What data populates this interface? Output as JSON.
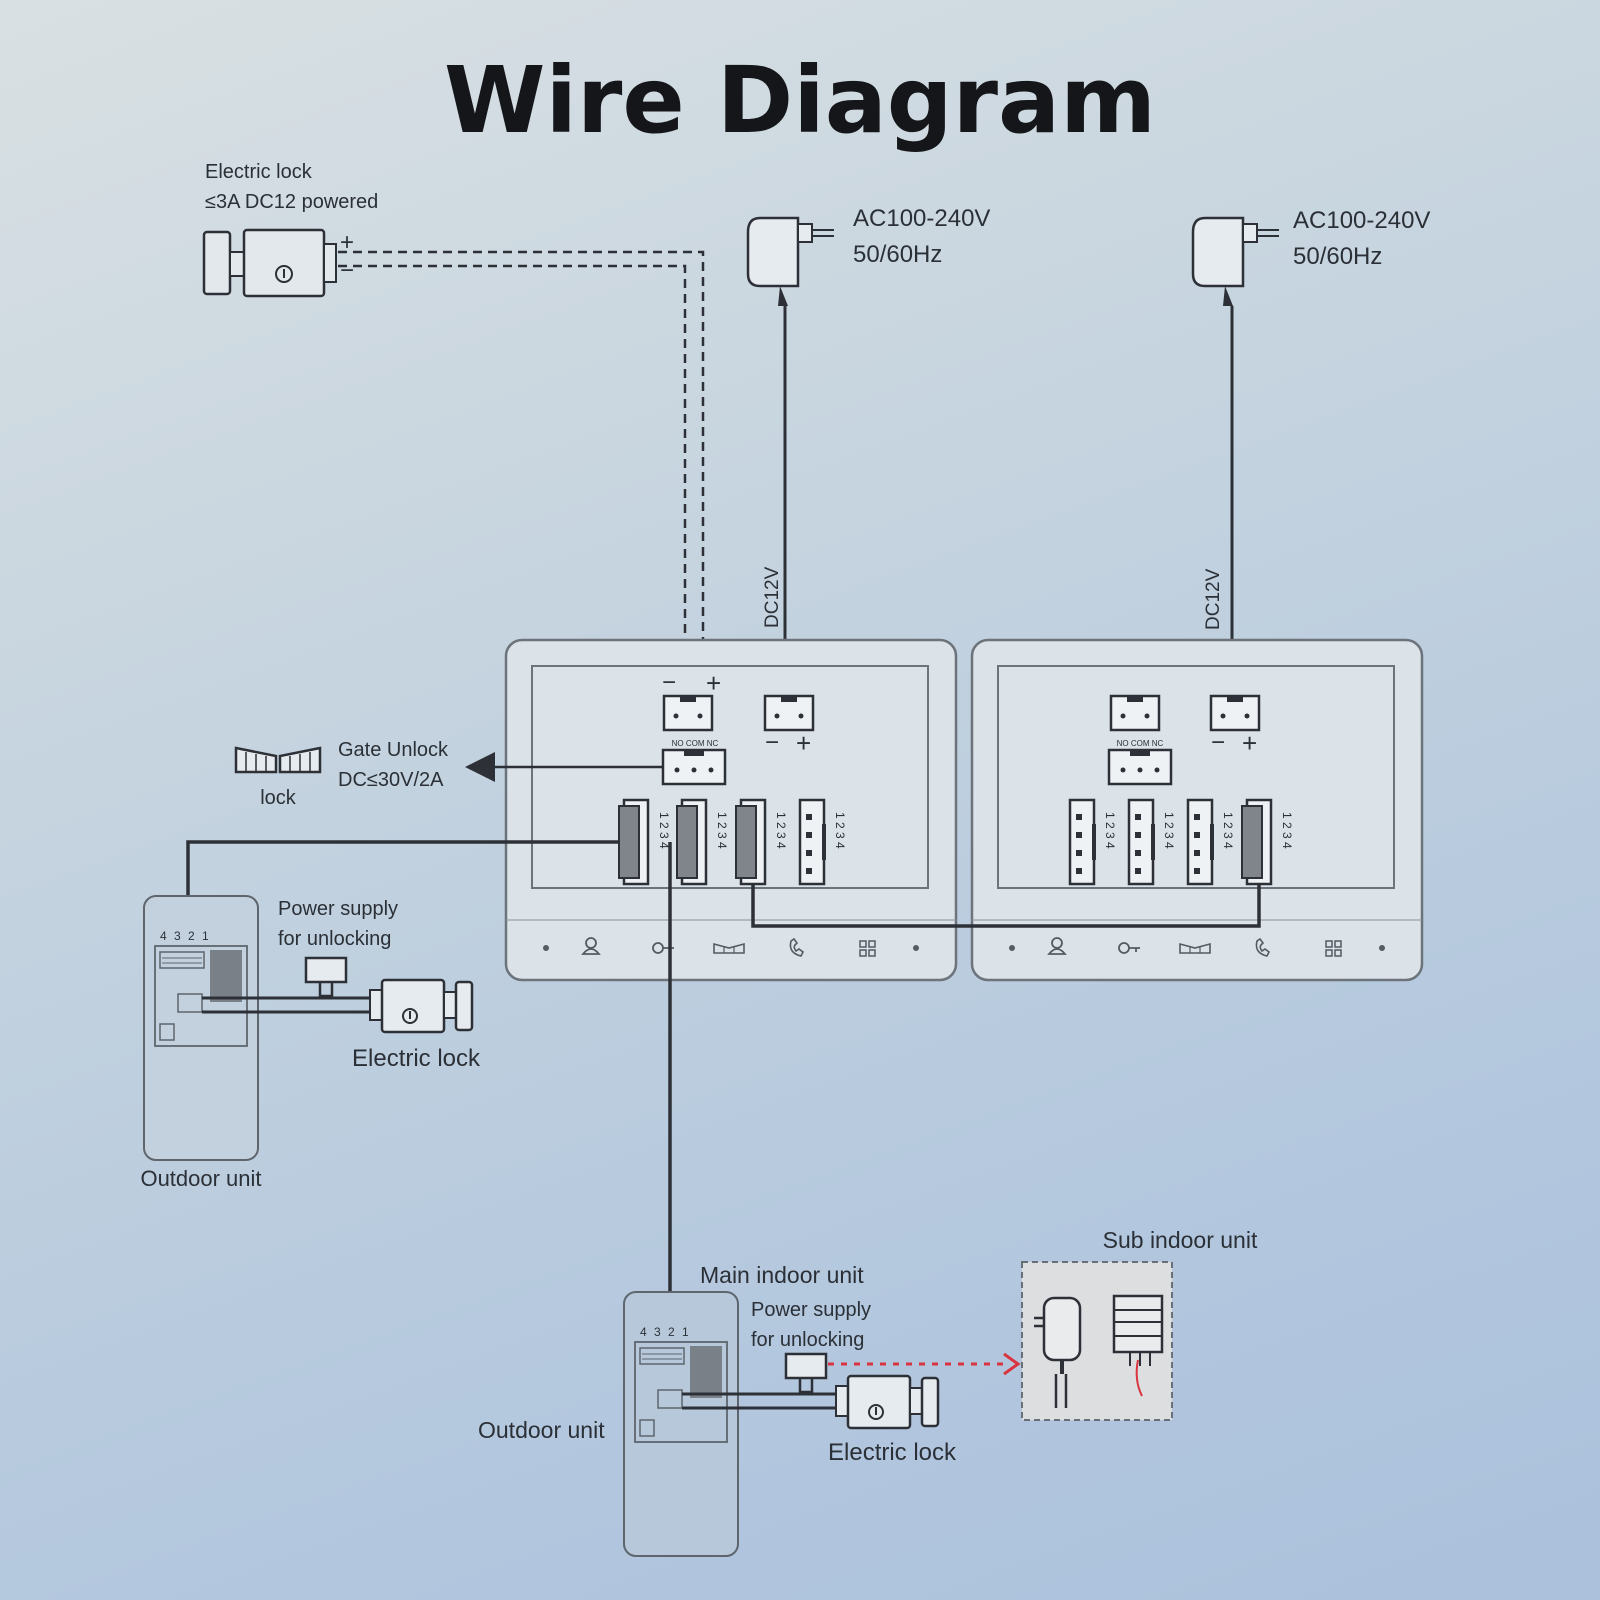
{
  "title": "Wire Diagram",
  "electric_lock_top": {
    "line1": "Electric lock",
    "line2": "≤3A DC12 powered",
    "plus": "+",
    "minus": "−"
  },
  "adapter_1": {
    "line1": "AC100-240V",
    "line2": "50/60Hz",
    "dc": "DC12V"
  },
  "adapter_2": {
    "line1": "AC100-240V",
    "line2": "50/60Hz",
    "dc": "DC12V"
  },
  "gate": {
    "line1": "Gate Unlock",
    "line2": "DC≤30V/2A",
    "lock": "lock"
  },
  "monitor_1": {
    "minus": "−",
    "plus": "+",
    "relay": "NO COM NC",
    "port_nums": "1 2 3 4"
  },
  "monitor_2": {
    "minus": "−",
    "plus": "+",
    "relay": "NO COM NC",
    "port_nums": "1 2 3 4"
  },
  "outdoor_1": {
    "pins": "4 3 2 1",
    "power_line1": "Power supply",
    "power_line2": "for unlocking",
    "lock_label": "Electric lock",
    "label": "Outdoor unit"
  },
  "outdoor_2": {
    "pins": "4 3 2 1",
    "main_indoor": "Main indoor unit",
    "power_line1": "Power supply",
    "power_line2": "for unlocking",
    "lock_label": "Electric lock",
    "label": "Outdoor unit"
  },
  "sub_indoor": {
    "label": "Sub indoor unit"
  },
  "colors": {
    "line": "#2d3137",
    "device_stroke": "#4b5159",
    "device_fill": "#dde4ea",
    "red_arrow": "#d9343f"
  },
  "icons": [
    "person-icon",
    "key-icon",
    "gate-icon",
    "phone-icon",
    "grid-icon"
  ]
}
